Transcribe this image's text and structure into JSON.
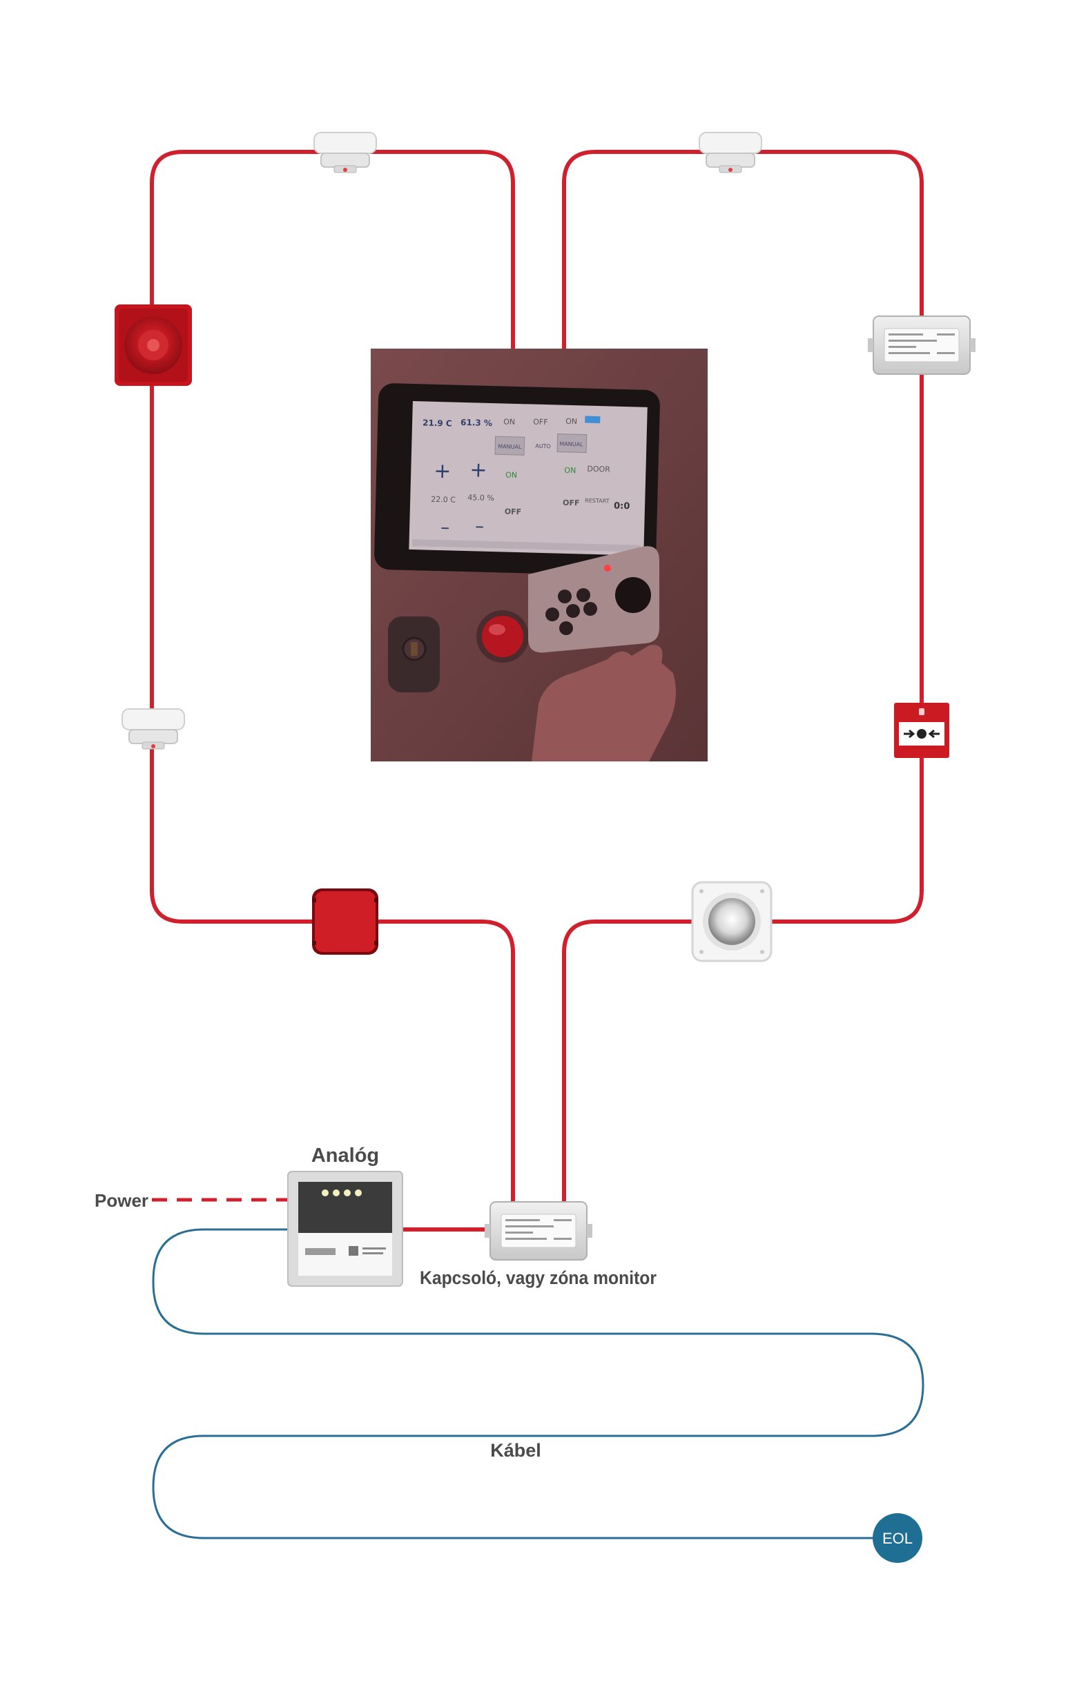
{
  "labels": {
    "analog": "Analóg",
    "power": "Power",
    "switch_monitor": "Kapcsoló, vagy zóna monitor",
    "cable": "Kábel",
    "eol": "EOL"
  },
  "panel_screen": {
    "temp_1": "21.9 C",
    "humidity_1": "61.3 %",
    "on_1": "ON",
    "off_1": "OFF",
    "on_2": "ON",
    "manual_1": "MANUAL",
    "auto": "AUTO",
    "manual_2": "MANUAL",
    "on_3": "ON",
    "on_4": "ON",
    "door": "DOOR",
    "temp_2": "22.0 C",
    "humidity_2": "45.0 %",
    "off_2": "OFF",
    "off_3": "OFF",
    "restart": "RESTART",
    "counter": "0:0",
    "plus": "+",
    "minus": "–"
  },
  "colors": {
    "loop_red": "#d0202d",
    "cable_blue": "#2a6e93",
    "eol_fill": "#1f6e94",
    "label_gray": "#4a4a4a"
  },
  "icons": {
    "detectors": "smoke-detector-icon",
    "sounder": "red-sounder-icon",
    "beacon": "white-sounder-beacon-icon",
    "call_point": "manual-call-point-icon",
    "io_module": "io-module-icon",
    "control_panel": "analog-control-panel-icon"
  }
}
